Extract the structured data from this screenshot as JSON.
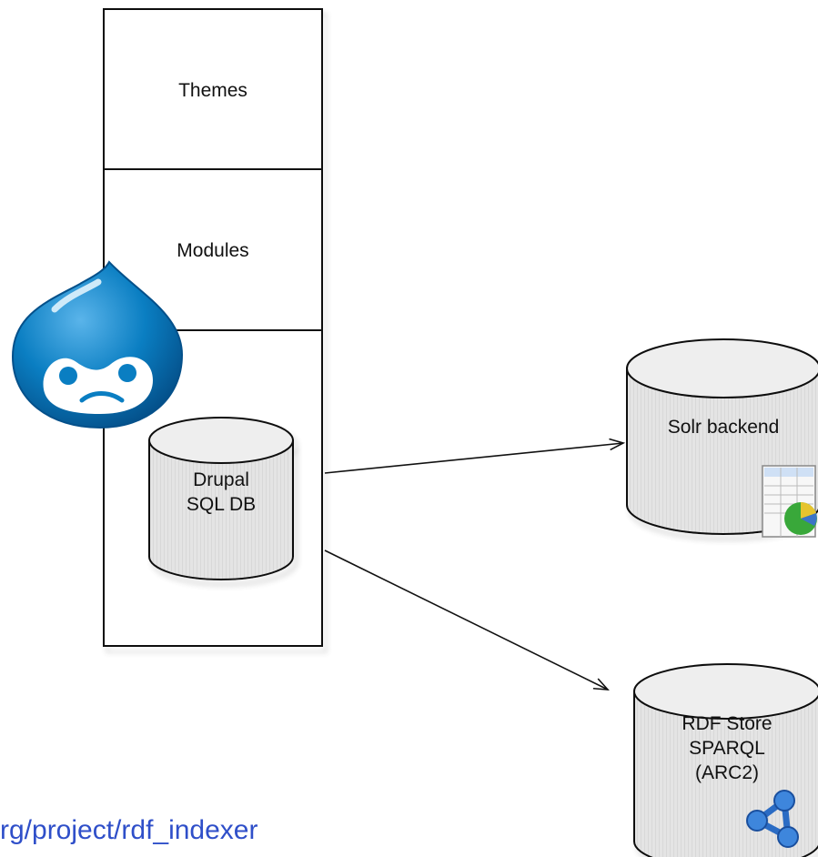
{
  "stack": {
    "layers": [
      {
        "label": "Themes"
      },
      {
        "label": "Modules"
      },
      {
        "label": ""
      }
    ]
  },
  "databases": {
    "drupal_db": {
      "label": "Drupal\nSQL DB"
    },
    "solr": {
      "label": "Solr backend"
    },
    "rdf_store": {
      "label": "RDF Store\nSPARQL\n(ARC2)"
    }
  },
  "footer": {
    "url_text": "rg/project/rdf_indexer"
  },
  "colors": {
    "drupal_blue": "#0a7ec2",
    "link_blue": "#2f4fc9",
    "cylinder_fill": "#e6e6e6",
    "stroke": "#111111"
  },
  "icons": [
    "drupal-logo-icon",
    "spreadsheet-chart-icon",
    "rdf-graph-icon"
  ]
}
